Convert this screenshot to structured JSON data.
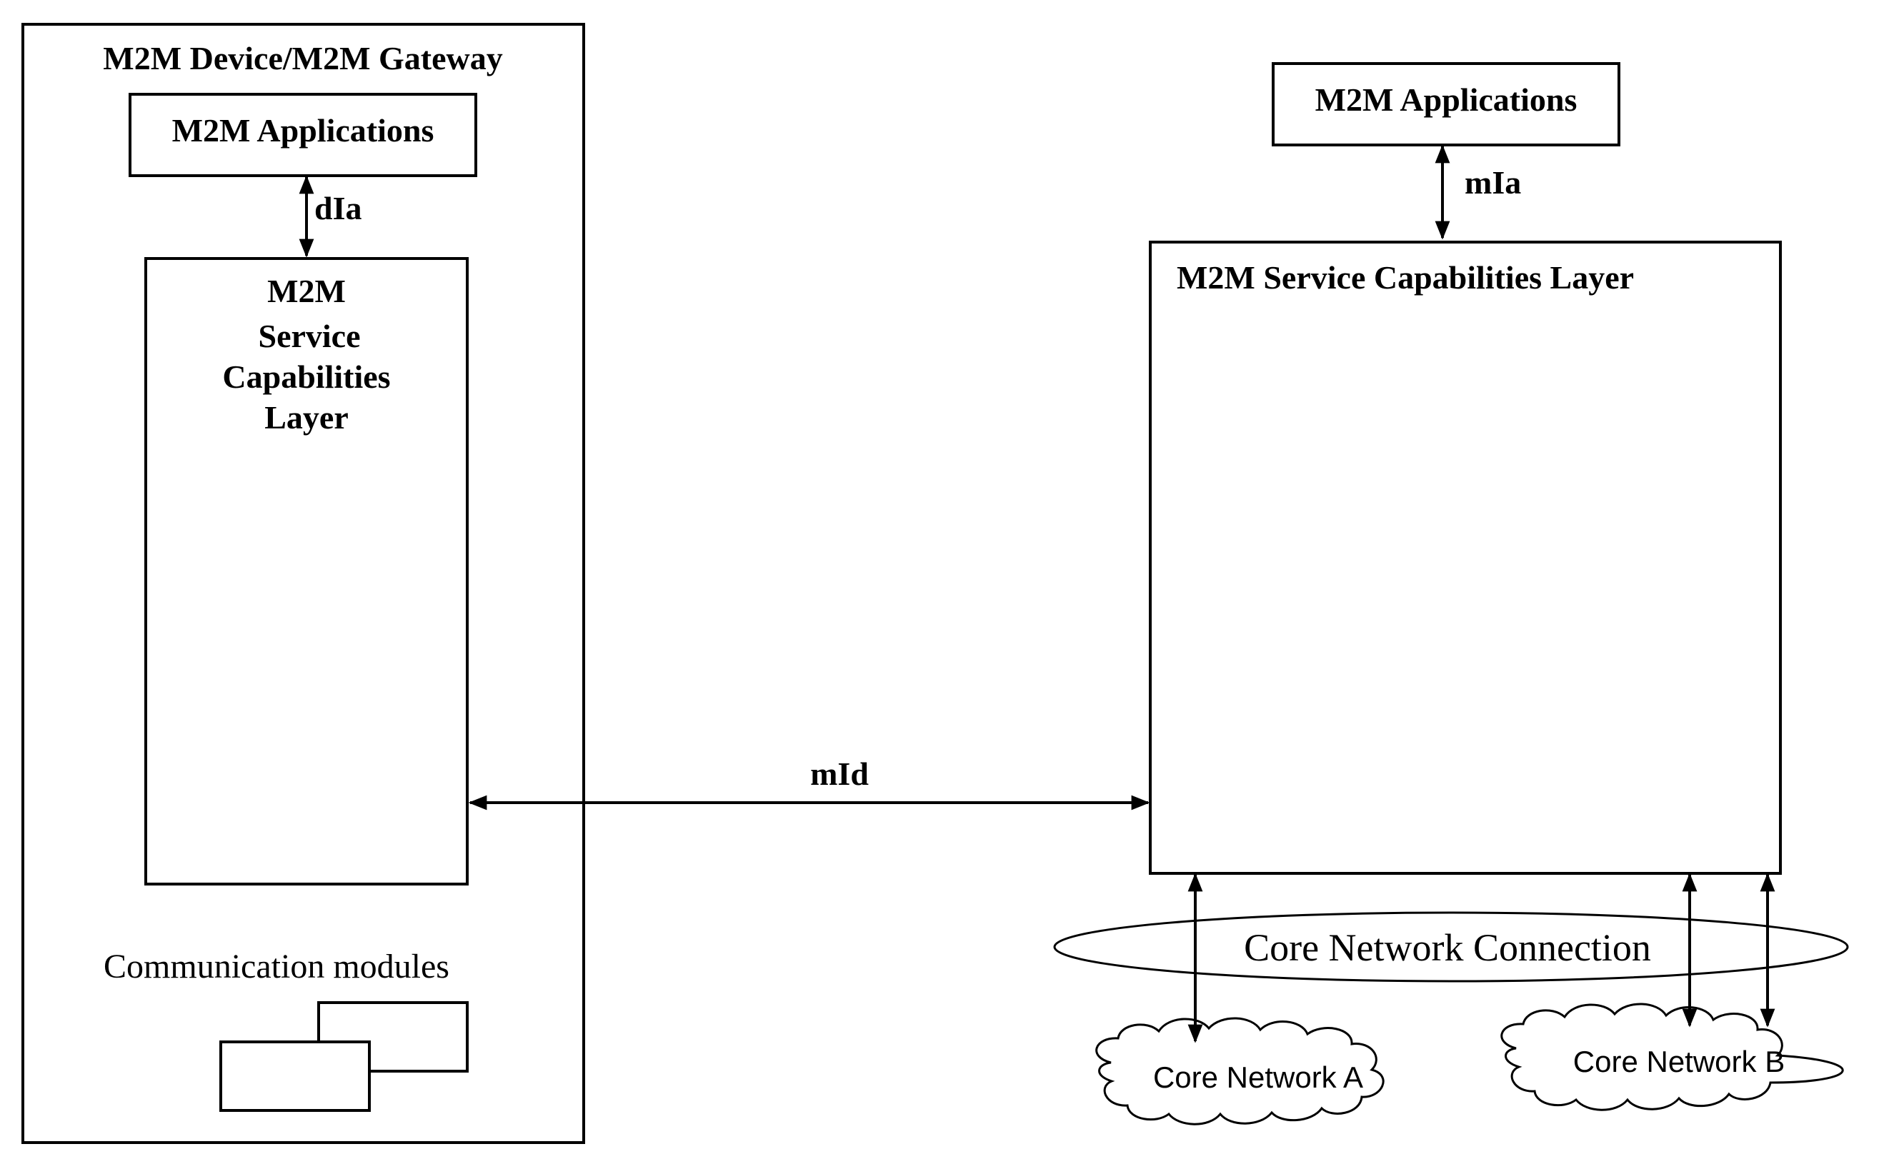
{
  "device_gateway": {
    "title": "M2M Device/M2M Gateway",
    "applications_label": "M2M Applications",
    "interface_dia": "dIa",
    "scl_line1": "M2M",
    "scl_line2": "Service",
    "scl_line3": "Capabilities",
    "scl_line4": "Layer",
    "communication_modules_label": "Communication modules"
  },
  "network": {
    "applications_label": "M2M Applications",
    "interface_mia": "mIa",
    "scl_label": "M2M Service Capabilities Layer",
    "core_network_connection_label": "Core Network Connection",
    "core_network_a_label": "Core Network A",
    "core_network_b_label": "Core Network B"
  },
  "interface_mid": "mId",
  "colors": {
    "stroke": "#000000",
    "background": "#ffffff"
  }
}
